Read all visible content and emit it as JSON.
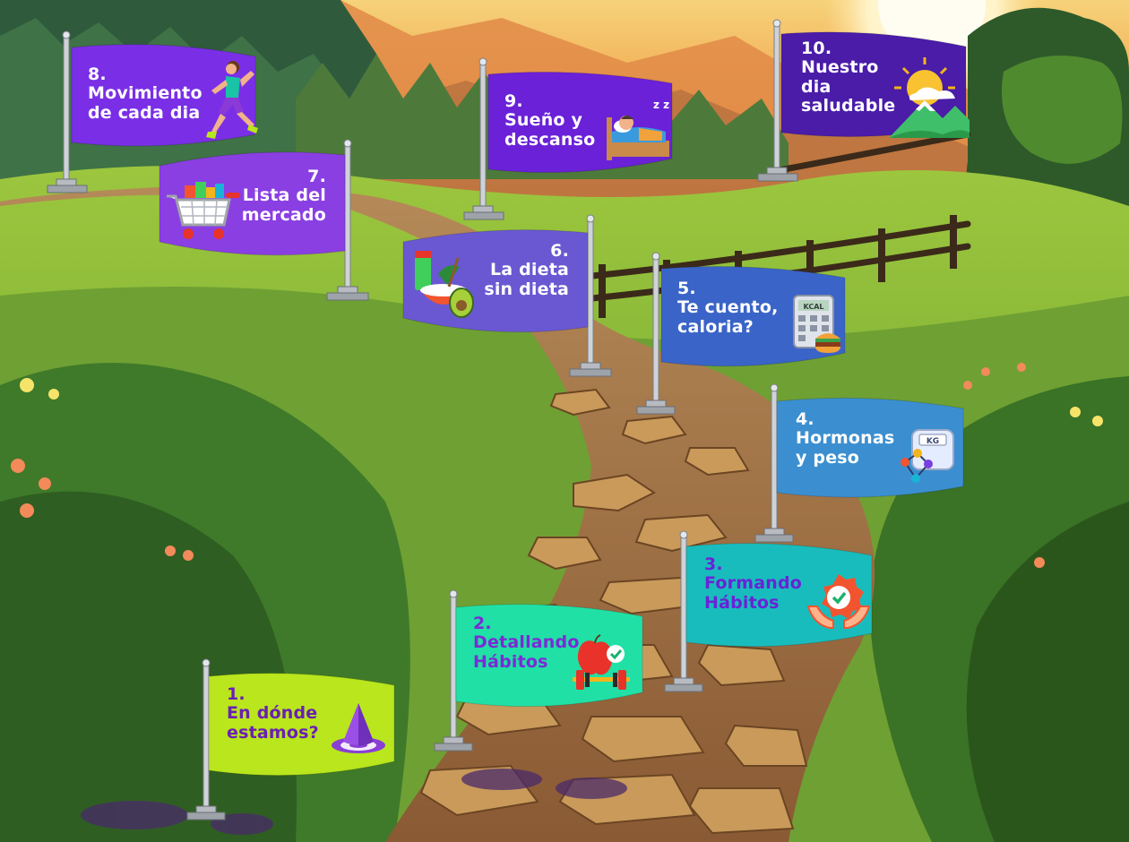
{
  "title": "",
  "stations": [
    {
      "id": "s1",
      "number": "1.",
      "lines": [
        "En dónde",
        "estamos?"
      ],
      "color": "#b9e61c",
      "text_color": "#6a1fb4",
      "icon": "purple-cone-target-icon"
    },
    {
      "id": "s2",
      "number": "2.",
      "lines": [
        "Detallando",
        "Hábitos"
      ],
      "color": "#20e0a6",
      "text_color": "#7c2ad6",
      "icon": "apple-dumbbell-check-icon"
    },
    {
      "id": "s3",
      "number": "3.",
      "lines": [
        "Formando",
        "Hábitos"
      ],
      "color": "#19bcbc",
      "text_color": "#6a22d8",
      "icon": "hands-gear-check-icon"
    },
    {
      "id": "s4",
      "number": "4.",
      "lines": [
        "Hormonas",
        "y peso"
      ],
      "color": "#3b8fd0",
      "text_color": "#ffffff",
      "icon": "scale-molecule-icon"
    },
    {
      "id": "s5",
      "number": "5.",
      "lines": [
        "Te cuento,",
        "caloria?"
      ],
      "color": "#3a64c7",
      "text_color": "#ffffff",
      "icon": "calculator-burger-icon"
    },
    {
      "id": "s6",
      "number": "6.",
      "lines": [
        "La dieta",
        "sin dieta"
      ],
      "color": "#6a58d2",
      "text_color": "#ffffff",
      "icon": "healthy-bowl-icon"
    },
    {
      "id": "s7",
      "number": "7.",
      "lines": [
        "Lista del",
        "mercado"
      ],
      "color": "#8a3fe2",
      "text_color": "#ffffff",
      "icon": "shopping-cart-icon"
    },
    {
      "id": "s8",
      "number": "8.",
      "lines": [
        "Movimiento",
        "de cada dia"
      ],
      "color": "#7a2fe6",
      "text_color": "#ffffff",
      "icon": "runner-icon"
    },
    {
      "id": "s9",
      "number": "9.",
      "lines": [
        "Sueño y",
        "descanso"
      ],
      "color": "#6a21d8",
      "text_color": "#ffffff",
      "icon": "sleeping-bed-icon"
    },
    {
      "id": "s10",
      "number": "10.",
      "lines": [
        "Nuestro",
        "dia",
        "saludable"
      ],
      "color": "#4a1ca8",
      "text_color": "#ffffff",
      "icon": "sun-mountain-icon"
    }
  ],
  "icon_text": {
    "kcal": "KCAL",
    "kg": "KG",
    "zz": "z z"
  }
}
